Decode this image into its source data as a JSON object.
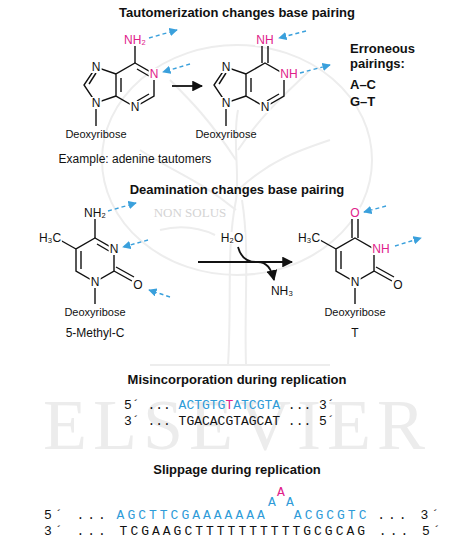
{
  "diagram": {
    "labels": [
      "Tautomerization changes base pairing",
      "NH₂",
      "N",
      "N",
      "N",
      "N",
      "Deoxyribose",
      "NH",
      "NH",
      "N",
      "N",
      "N",
      "Deoxyribose",
      "Erroneous pairings:",
      "A–C",
      "G–T",
      "Example: adenine tautomers",
      "Deamination changes base pairing",
      "NH₂",
      "H₃C",
      "N",
      "O",
      "N",
      "Deoxyribose",
      "5-Methyl-C",
      "H₂O",
      "NH₃",
      "O",
      "H₃C",
      "NH",
      "O",
      "N",
      "Deoxyribose",
      "T",
      "Misincorporation during replication",
      "5´ ...",
      "ACTGTG",
      "T",
      "ATCGTA",
      "... 3´",
      "3´ ... TGACACGTAGCAT ... 5´",
      "Slippage during replication",
      "5´ ...",
      "AGCTTCGAAAAAAA",
      "A",
      "A",
      "A",
      "ACGCGTC",
      "... 3´",
      "3´ ... TCGAAGCTTTTTTTTTTGCGCAG ... 5´",
      "NON SOLUS",
      "ELSEVIER"
    ]
  }
}
